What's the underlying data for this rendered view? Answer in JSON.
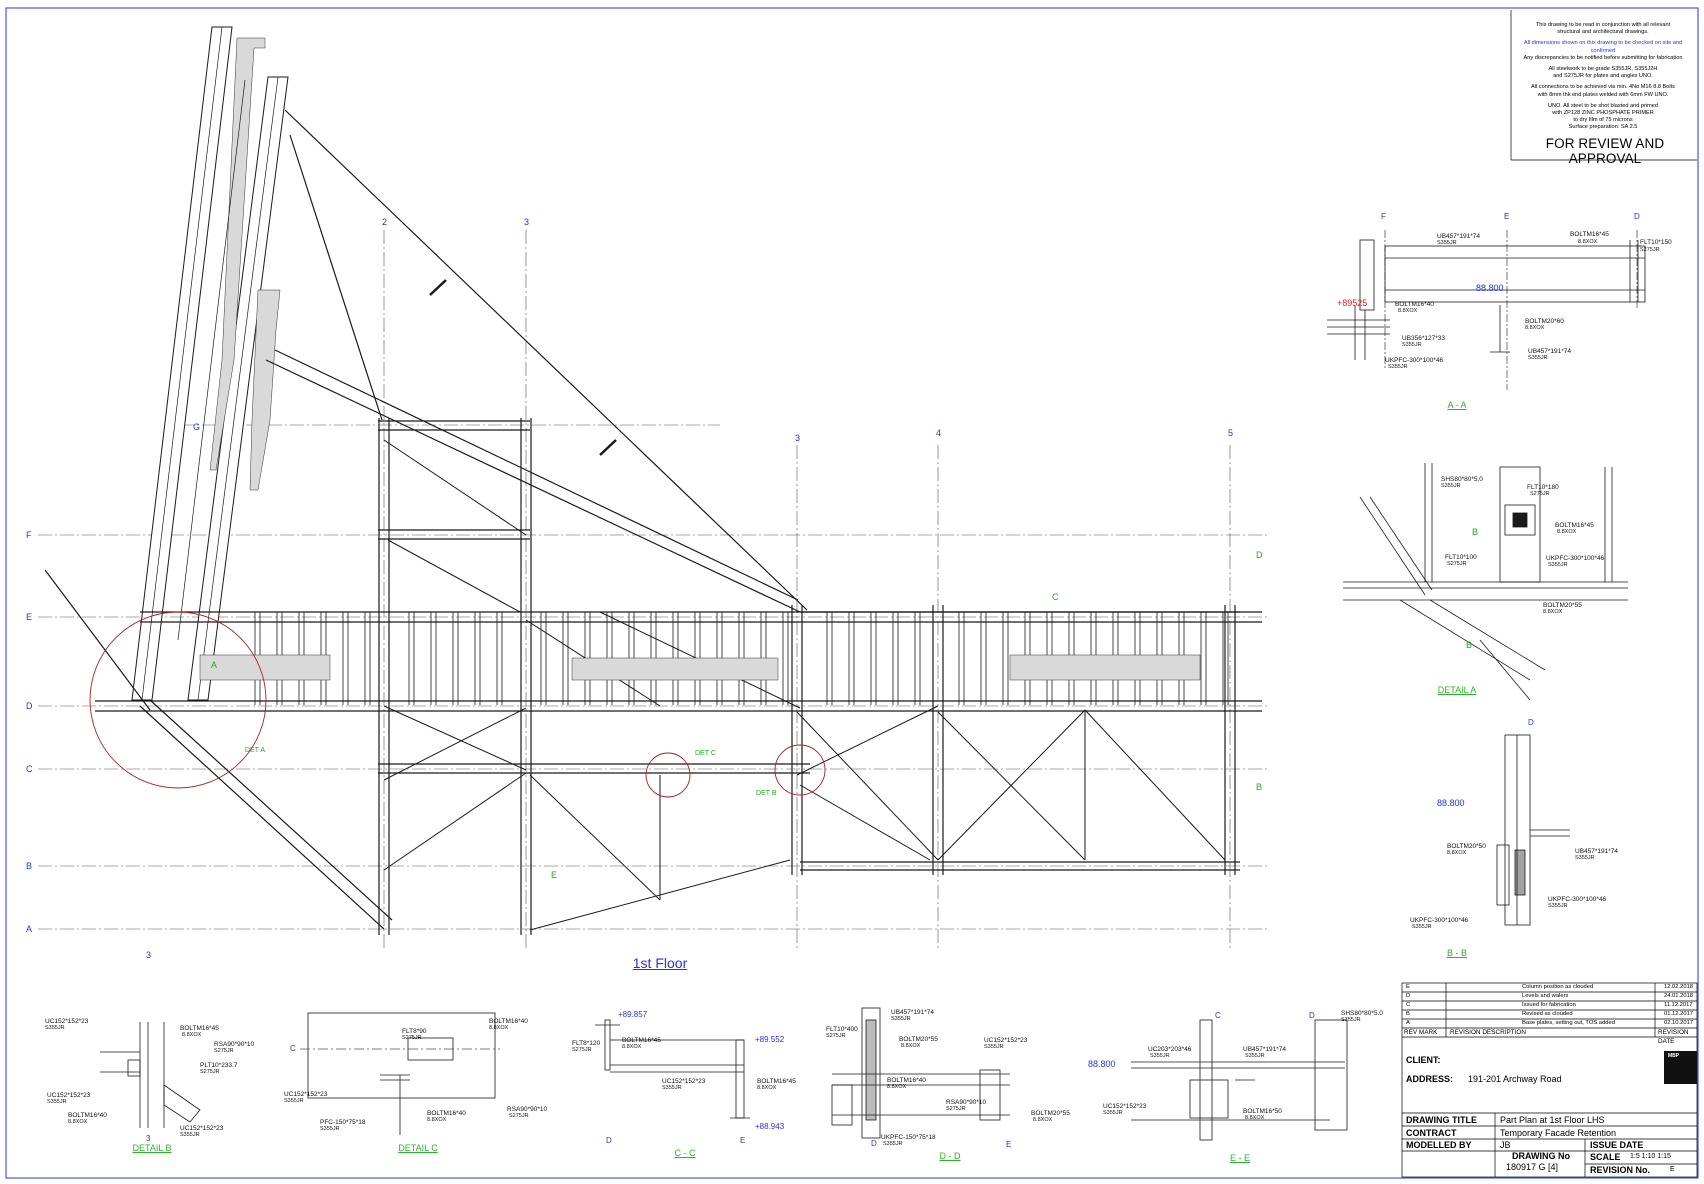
{
  "general_notes": {
    "line1": "This drawing to be read in conjunction with all relevant",
    "line2": "structural and architectural drawings.",
    "blue1": "All dimensions shown on this drawing to be checked on site and confirmed",
    "line3": "Any discrepancies to be notified before submitting for fabrication",
    "line4": "All steelwork to be grade S355JR, S355J2H",
    "line5": "and S275JR for plates and angles UNO.",
    "line6": "All connections to be achieved via min. 4No M16 8.8 Bolts",
    "line7": "with 8mm thk end plates welded with 6mm FW UNO.",
    "line8": "UNO. All steel to be shot blasted and primed",
    "line9": "with ZP128 ZINC PHOSPHATE PRIMER",
    "line10": "to dry film of 75 microns",
    "line11": "Surface preparation: SA 2.5"
  },
  "review_stamp": "FOR REVIEW AND APPROVAL",
  "plan": {
    "title": "1st Floor",
    "grid_rows": [
      "F",
      "E",
      "D",
      "C",
      "B",
      "A"
    ],
    "grid_cols": [
      "2",
      "3",
      "3",
      "4",
      "5"
    ],
    "grid_g": "G",
    "bottom_col": "3",
    "callouts": [
      "DET A",
      "DET B",
      "DET C"
    ],
    "section_marks": [
      "A",
      "B",
      "C",
      "D",
      "E"
    ]
  },
  "section_aa": {
    "title": "A - A",
    "grid": [
      "F",
      "E",
      "D"
    ],
    "labels": [
      "UB457*191*74",
      "S355JR",
      "BOLTM16*45",
      "8.8XOX",
      "FLT10*150",
      "S275JR",
      "88.800",
      "+89525",
      "BOLTM16*40",
      "8.8XOX",
      "BOLTM20*60",
      "8.8XOX",
      "UB356*127*33",
      "S355JR",
      "UKPFC-300*100*46",
      "S355JR",
      "UB457*191*74",
      "S355JR"
    ]
  },
  "detail_a": {
    "title": "DETAIL A",
    "labels": [
      "SHS80*80*5.0",
      "S355JR",
      "FLT10*180",
      "S275JR",
      "BOLTM16*45",
      "8.8XOX",
      "FLT10*100",
      "S275JR",
      "UKPFC-300*100*46",
      "S355JR",
      "BOLTM20*55",
      "8.8XOX",
      "B",
      "B"
    ]
  },
  "section_bb": {
    "title": "B - B",
    "grid": "D",
    "labels": [
      "88.800",
      "BOLTM20*50",
      "8.8XOX",
      "UB457*191*74",
      "S355JR",
      "UKPFC-300*100*46",
      "S355JR",
      "UKPFC-300*100*46",
      "S355JR"
    ]
  },
  "detail_b": {
    "title": "DETAIL B",
    "labels": [
      "UC152*152*23",
      "S355JR",
      "BOLTM16*45",
      "8.8XOX",
      "RSA90*90*10",
      "S275JR",
      "PLT10*233.7",
      "S275JR",
      "UC152*152*23",
      "S355JR",
      "BOLTM16*40",
      "8.8XOX",
      "UC152*152*23",
      "S355JR",
      "3"
    ]
  },
  "detail_c": {
    "title": "DETAIL C",
    "labels": [
      "BOLTM16*40",
      "8.8XOX",
      "FLT8*90",
      "S275JR",
      "C",
      "UC152*152*23",
      "S355JR",
      "BOLTM16*40",
      "8.8XOX",
      "RSA90*90*10",
      "S275JR",
      "PFC-150*75*18",
      "S355JR"
    ]
  },
  "section_cc": {
    "title": "C - C",
    "labels": [
      "+89.857",
      "FLT8*120",
      "S275JR",
      "BOLTM16*45",
      "8.8XOX",
      "+89.552",
      "UC152*152*23",
      "S355JR",
      "BOLTM16*45",
      "8.8XOX",
      "+88.943",
      "D",
      "E"
    ]
  },
  "section_dd": {
    "title": "D - D",
    "labels": [
      "UB457*191*74",
      "S355JR",
      "FLT10*400",
      "S275JR",
      "BOLTM20*55",
      "8.8XOX",
      "UC152*152*23",
      "S355JR",
      "BOLTM16*40",
      "8.8XOX",
      "RSA90*90*10",
      "S275JR",
      "BOLTM20*55",
      "8.8XOX",
      "UKPFC-150*75*18",
      "S355JR",
      "D",
      "E"
    ]
  },
  "section_ee": {
    "title": "E - E",
    "labels": [
      "C",
      "D",
      "SHS80*80*5.0",
      "S355JR",
      "UC203*203*46",
      "S355JR",
      "UB457*191*74",
      "S355JR",
      "88.800",
      "UC152*152*23",
      "S355JR",
      "BOLTM16*50",
      "8.8XOX"
    ]
  },
  "revisions": [
    {
      "mark": "E",
      "description": "Column position as clouded",
      "date": "12.02.2018"
    },
    {
      "mark": "D",
      "description": "Levels and walers",
      "date": "24.01.2018"
    },
    {
      "mark": "C",
      "description": "Issued for fabrication",
      "date": "11.12.2017"
    },
    {
      "mark": "B",
      "description": "Revised as clouded",
      "date": "01.12.2017"
    },
    {
      "mark": "A",
      "description": "Base plates, setting out, TOS added",
      "date": "02.10.2017"
    }
  ],
  "revision_headers": {
    "mark": "REV MARK",
    "description": "REVISION DESCRIPTION",
    "date": "REVISION DATE"
  },
  "title_block": {
    "client_label": "CLIENT:",
    "client_value": "",
    "address_label": "ADDRESS:",
    "address_value": "191-201 Archway Road",
    "logo_text": "MBP",
    "drawing_title_label": "DRAWING TITLE",
    "drawing_title_value": "Part Plan at 1st Floor LHS",
    "contract_label": "CONTRACT",
    "contract_value": "Temporary Facade Retention",
    "modelled_by_label": "MODELLED BY",
    "modelled_by_value": "JB",
    "issue_date_label": "ISSUE DATE",
    "drawing_no_label": "DRAWING No",
    "drawing_no_value": "180917  G  [4]",
    "scale_label": "SCALE",
    "scale_value": "1:5     1:10     1:15",
    "revision_label": "REVISION No.",
    "revision_value": "E"
  },
  "colors": {
    "line": "#1a1a1a",
    "grid": "#555555",
    "member_label": "#22aa22",
    "grid_label": "#2233ee",
    "callout": "#aa2222",
    "hatch": "#d9d9d9",
    "border": "#2233ee"
  }
}
